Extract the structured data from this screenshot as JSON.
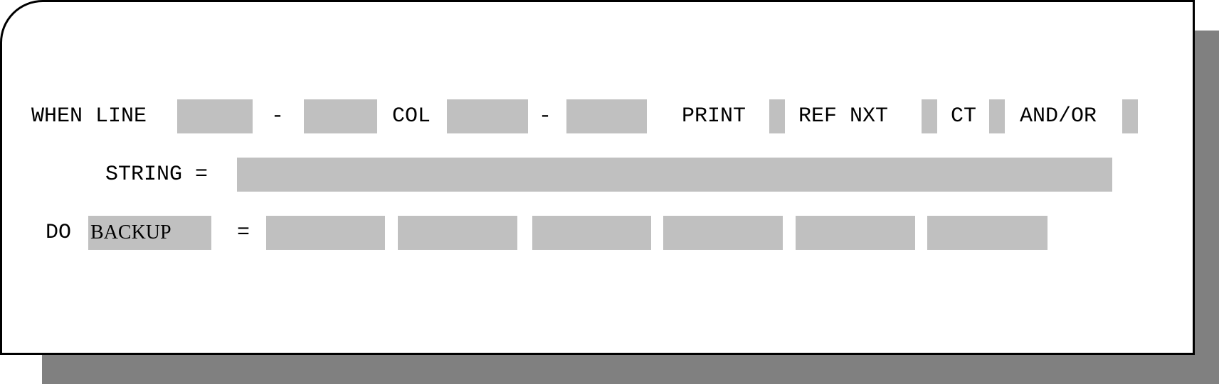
{
  "colors": {
    "field_fill": "#c0c0c0",
    "shadow": "#808080",
    "border": "#000000",
    "background": "#ffffff"
  },
  "when_row": {
    "when_line_label": "WHEN LINE",
    "line_dash": "-",
    "col_label": "COL",
    "col_dash": "-",
    "print_label": "PRINT",
    "ref_nxt_label": "REF NXT",
    "ct_label": "CT",
    "and_or_label": "AND/OR"
  },
  "string_row": {
    "string_label": "STRING ="
  },
  "do_row": {
    "do_label": "DO",
    "do_value": "BACKUP",
    "equals_label": "="
  }
}
